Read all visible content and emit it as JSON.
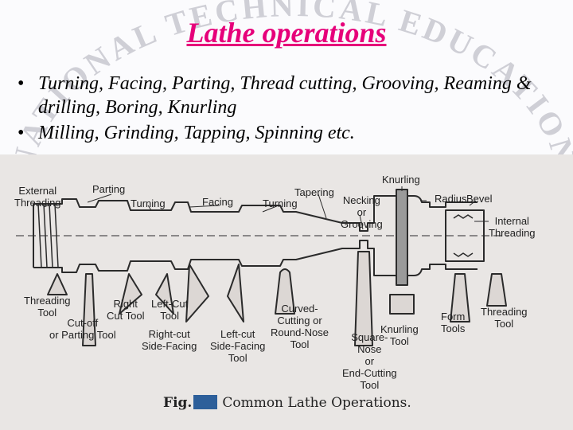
{
  "slide": {
    "title": "Lathe operations",
    "watermark": "NATIONAL TECHNICAL EDUCATION SOCIETY",
    "bullets": [
      "Turning,  Facing, Parting, Thread cutting, Grooving, Reaming & drilling, Boring, Knurling",
      "Milling, Grinding, Tapping, Spinning etc."
    ]
  },
  "figure": {
    "labels": {
      "external_threading": "External\nThreading",
      "parting": "Parting",
      "turning_left": "Turning",
      "facing": "Facing",
      "turning_mid": "Turning",
      "tapering": "Tapering",
      "knurling_top": "Knurling",
      "necking": "Necking\nor\nGrooving",
      "radius": "Radius",
      "bevel": "Bevel",
      "internal_threading": "Internal\nThreading",
      "threading_tool_left": "Threading\nTool",
      "right_cut_tool": "Right\nCut Tool",
      "left_cut_tool": "Left-Cut\nTool",
      "cutoff_tool": "Cut-off\nor Parting Tool",
      "right_cut_side": "Right-cut\nSide-Facing",
      "left_cut_side": "Left-cut\nSide-Facing\nTool",
      "curved_cutting": "Curved-\nCutting or\nRound-Nose\nTool",
      "square_nose": "Square-\nNose\nor\nEnd-Cutting\nTool",
      "knurling_tool": "Knurling\nTool",
      "form_tools": "Form\nTools",
      "threading_tool_right": "Threading\nTool"
    },
    "caption": {
      "prefix": "Fig.",
      "text": "Common Lathe Operations."
    }
  },
  "colors": {
    "title": "#e6007a",
    "text": "#000000",
    "figure_background": "#e9e6e4",
    "figure_ink": "#2b2b2b",
    "highlight_box": "#2d5f9a"
  }
}
